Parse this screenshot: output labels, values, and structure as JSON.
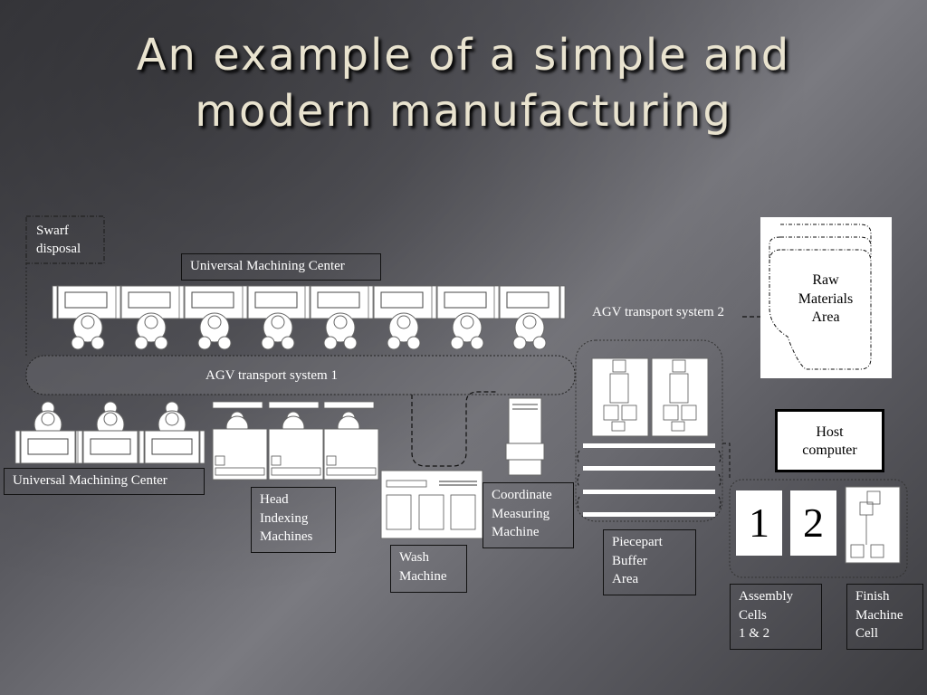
{
  "slide": {
    "title_line1": "An example of a simple and",
    "title_line2": "modern manufacturing"
  },
  "labels": {
    "swarf_line1": "Swarf",
    "swarf_line2": "disposal",
    "umc_top": "Universal Machining Center",
    "umc_bottom": "Universal Machining Center",
    "agv1": "AGV transport system 1",
    "agv2": "AGV transport system 2",
    "raw_line1": "Raw",
    "raw_line2": "Materials",
    "raw_line3": "Area",
    "host_line1": "Host",
    "host_line2": "computer",
    "head_line1": "Head",
    "head_line2": "Indexing",
    "head_line3": "Machines",
    "wash_line1": "Wash",
    "wash_line2": "Machine",
    "cmm_line1": "Coordinate",
    "cmm_line2": "Measuring",
    "cmm_line3": "Machine",
    "buffer_line1": "Piecepart",
    "buffer_line2": "Buffer",
    "buffer_line3": "Area",
    "assembly_line1": "Assembly",
    "assembly_line2": "Cells",
    "assembly_line3": "1 & 2",
    "finish_line1": "Finish",
    "finish_line2": "Machine",
    "finish_line3": "Cell",
    "cell_1": "1",
    "cell_2": "2"
  }
}
